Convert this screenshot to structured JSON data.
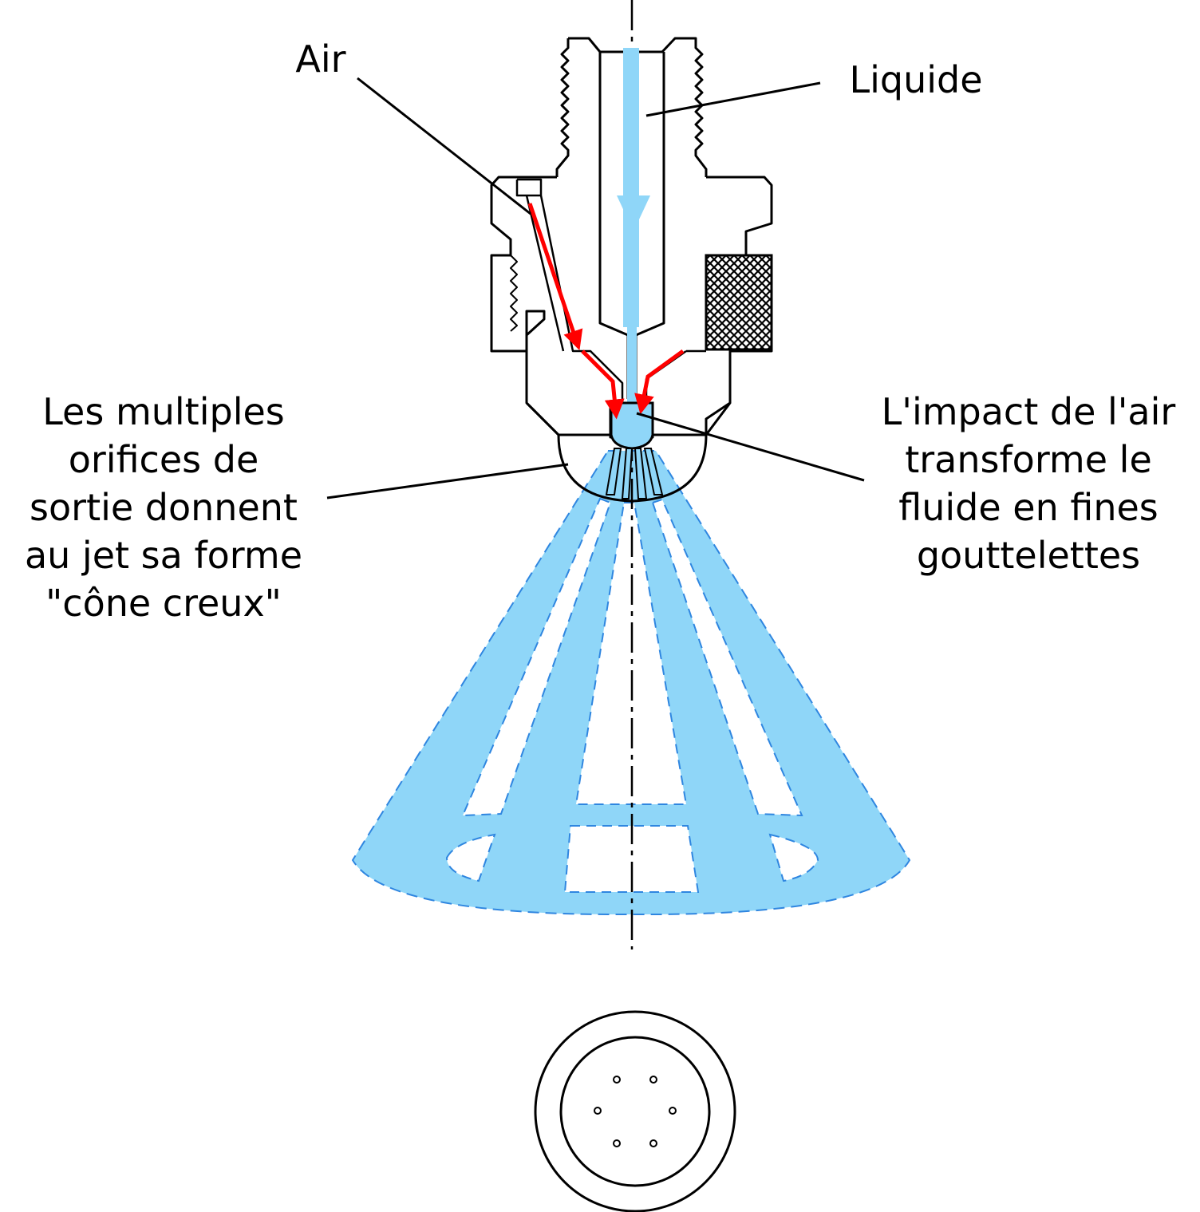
{
  "labels": {
    "air": "Air",
    "liquid": "Liquide",
    "orifices": [
      "Les multiples",
      "orifices de",
      "sortie donnent",
      "au jet sa forme",
      "\"cône creux\""
    ],
    "impact": [
      "L'impact de l'air",
      "transforme le",
      "fluide en fines",
      "gouttelettes"
    ]
  },
  "colors": {
    "outline": "#000000",
    "fluid": "#8fd6f8",
    "fluid_edge": "#2f86e0",
    "air_flow": "#ff0000",
    "background": "#ffffff"
  },
  "icons": {
    "knurled_grip": "crosshatch-pattern",
    "thread": "zigzag-thread"
  }
}
